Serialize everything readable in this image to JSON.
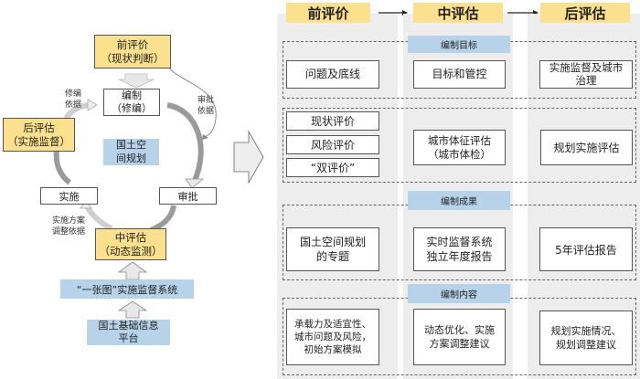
{
  "left_cycle": {
    "pre_evaluation": "前评价\n（现状判断）",
    "compile": "编制\n（修编）",
    "post_evaluation": "后评估\n（实施监督）",
    "center_label": "国土空\n间规划",
    "implement": "实施",
    "approve": "审批",
    "mid_evaluation": "中评估\n（动态监测）",
    "monitor_system": "“一张图”实施监督系统",
    "base_platform": "国土基础信息\n平台",
    "arrow_labels": {
      "revise_basis": "修编\n依据",
      "approve_basis": "审批\n依据",
      "adjust_basis": "实施方案\n调整依据"
    }
  },
  "right_table": {
    "headers": [
      "前评价",
      "中评估",
      "后评估"
    ],
    "sections": [
      {
        "label": "编制目标",
        "cells": [
          [
            "问题及底线"
          ],
          [
            "目标和管控"
          ],
          [
            "实施监督及城市\n治理"
          ]
        ]
      },
      {
        "label": "",
        "cells": [
          [
            "现状评价",
            "风险评价",
            "“双评价”"
          ],
          [
            "城市体征评估\n（城市体检）"
          ],
          [
            "规划实施评估"
          ]
        ]
      },
      {
        "label": "编制成果",
        "cells": [
          [
            "国土空间规划\n的专题"
          ],
          [
            "实时监督系统\n独立年度报告"
          ],
          [
            "5年评估报告"
          ]
        ]
      },
      {
        "label": "编制内容",
        "cells": [
          [
            "承载力及适宜性、\n城市问题及风险，\n初始方案模拟"
          ],
          [
            "动态优化、实施\n方案调整建议"
          ],
          [
            "规划实施情况、\n规划调整建议"
          ]
        ]
      }
    ]
  },
  "colors": {
    "yellow": "#fbe08d",
    "blue": "#b6d3ea",
    "column_bg": "#ededed"
  }
}
